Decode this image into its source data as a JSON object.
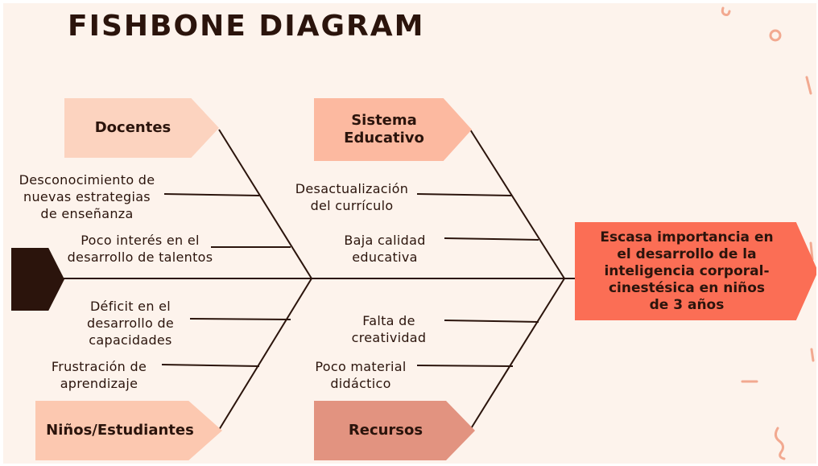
{
  "title": "FISHBONE DIAGRAM",
  "effect": "Escasa importancia en\nel desarrollo de la\ninteligencia corporal-\ncinestésica en niños\nde 3 años",
  "categories": {
    "docentes": "Docentes",
    "sistema": "Sistema\nEducativo",
    "ninos": "Niños/Estudiantes",
    "recursos": "Recursos"
  },
  "causes": {
    "docentes_1": "Desconocimiento de\nnuevas estrategias\nde enseñanza",
    "docentes_2": "Poco interés en el\ndesarrollo de talentos",
    "sistema_1": "Desactualización\ndel currículo",
    "sistema_2": "Baja calidad\neducativa",
    "ninos_1": "Déficit en el\ndesarrollo de\ncapacidades",
    "ninos_2": "Frustración de\naprendizaje",
    "recursos_1": "Falta de\ncreatividad",
    "recursos_2": "Poco material\ndidáctico"
  },
  "colors": {
    "background": "#fdf3ec",
    "ink": "#2b140c",
    "docentes": "#fcd3bf",
    "sistema": "#fcb9a0",
    "ninos": "#fcc8b0",
    "recursos": "#e29380",
    "effect": "#fb6e55",
    "decoration": "#f2a990"
  }
}
